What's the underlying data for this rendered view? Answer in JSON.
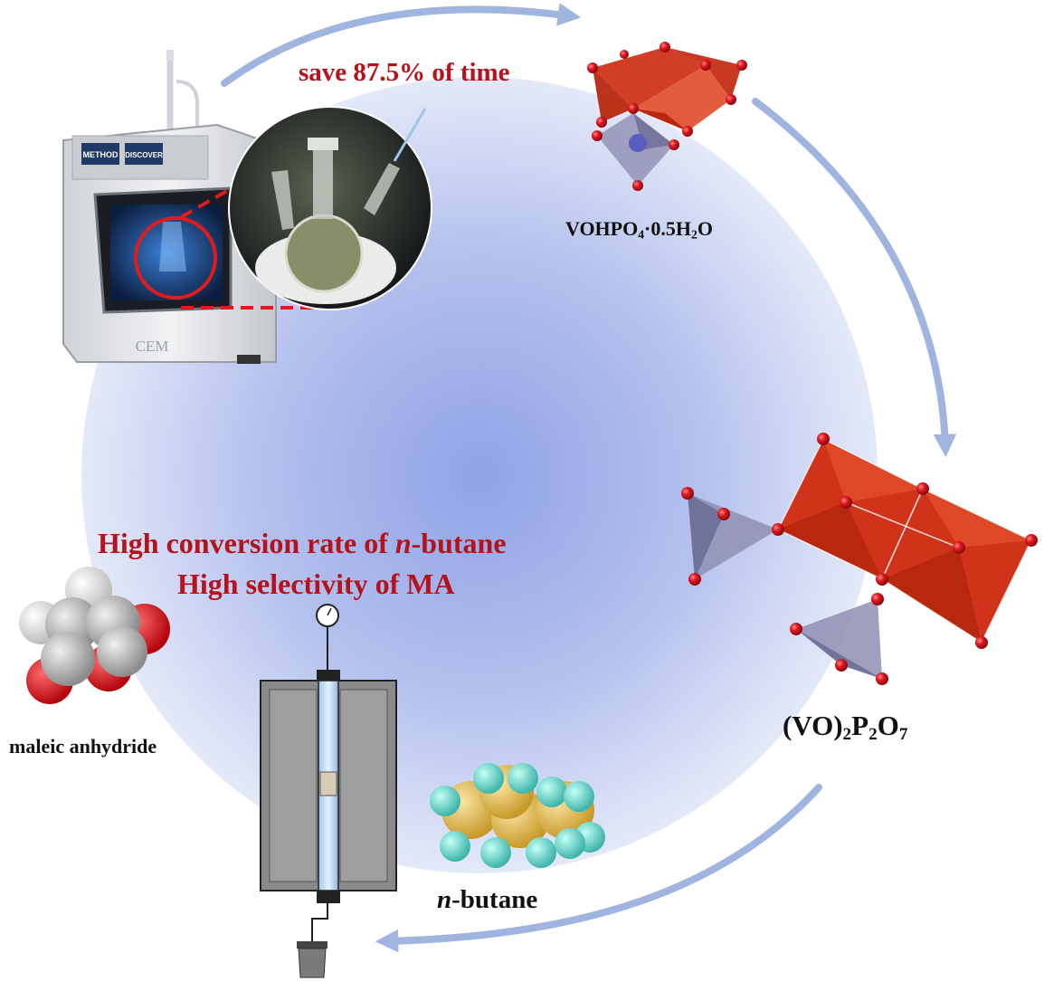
{
  "texts": {
    "time_saving": "save 87.5% of time",
    "precursor_label": {
      "base": "VOHPO",
      "sub1": "4",
      "mid": "·0.5H",
      "sub2": "2",
      "tail": "O"
    },
    "vpo_label": {
      "p1": "(VO)",
      "s1": "2",
      "p2": "P",
      "s2": "2",
      "p3": "O",
      "s3": "7"
    },
    "conversion_line1_pre": "High conversion rate of ",
    "conversion_line1_italic": "n",
    "conversion_line1_post": "-butane",
    "selectivity_line": "High selectivity of MA",
    "maleic_label": "maleic anhydride",
    "butane_label_italic": "n",
    "butane_label_post": "-butane",
    "microwave_brand": "CEM",
    "microwave_badge_1": "METHOD",
    "microwave_badge_2": "DISCOVER"
  },
  "colors": {
    "accent_red": "#b5121b",
    "arrow_blue": "#9fb5e0",
    "circle_center": "#8fa3e6",
    "circle_edge": "#e4e9f8",
    "octahedron": "#d0331a",
    "tetrahedron": "#8f8fb3",
    "oxygen": "#e0161e",
    "furnace": "#8a8a8a",
    "carbon_yellow": "#e0b84a",
    "hydrogen_cyan": "#5ccfc4"
  }
}
